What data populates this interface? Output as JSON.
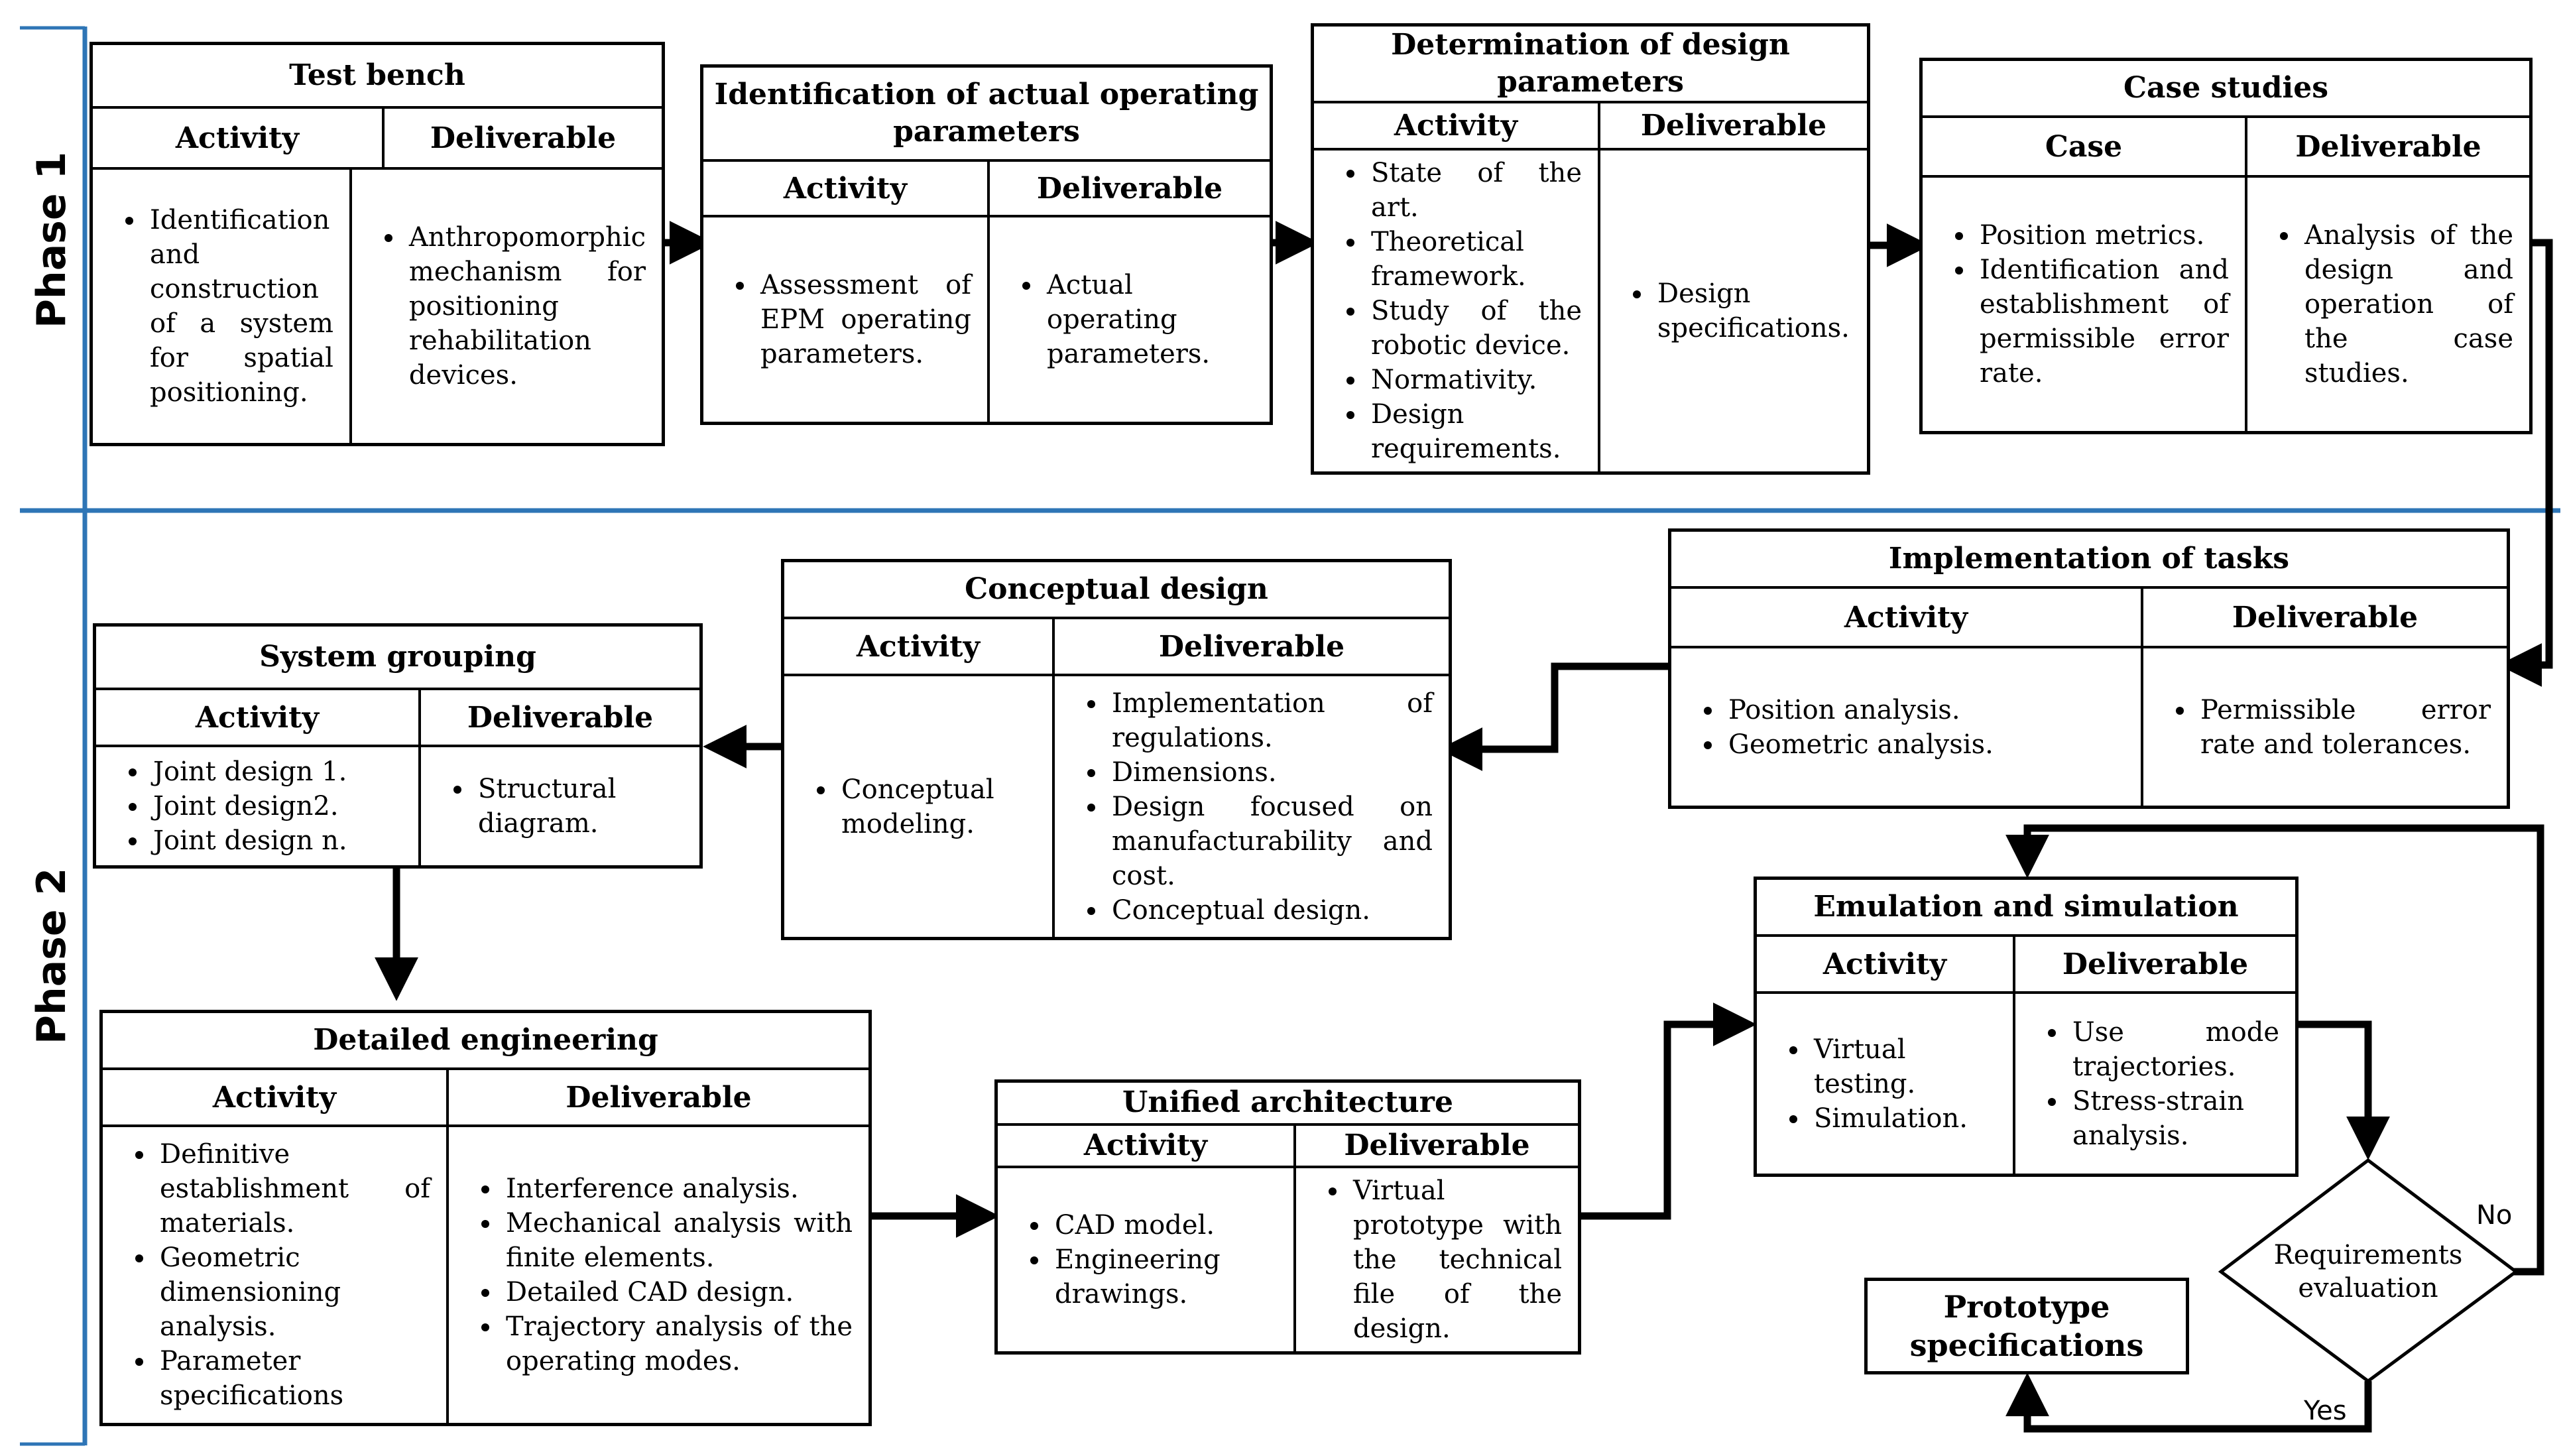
{
  "phases": {
    "phase1": "Phase 1",
    "phase2": "Phase 2"
  },
  "headers": {
    "activity": "Activity",
    "deliverable": "Deliverable",
    "case": "Case"
  },
  "boxes": {
    "test_bench": {
      "title": "Test bench",
      "activity": [
        "Identification and construction of a system for spatial positioning."
      ],
      "deliverable": [
        "Anthropomorphic mechanism for positioning rehabilitation devices."
      ]
    },
    "identification": {
      "title": "Identification of  actual operating parameters",
      "activity": [
        "Assessment of EPM operating parameters."
      ],
      "deliverable": [
        "Actual operating parameters."
      ]
    },
    "determination": {
      "title": "Determination of design parameters",
      "activity": [
        "State of the art.",
        "Theoretical framework.",
        "Study of the robotic device.",
        "Normativity.",
        "Design requirements."
      ],
      "deliverable": [
        "Design specifications."
      ]
    },
    "case_studies": {
      "title": "Case studies",
      "activity": [
        "Position metrics.",
        "Identification and establishment of permissible error rate."
      ],
      "deliverable": [
        "Analysis of the design and operation of the case studies."
      ]
    },
    "implementation": {
      "title": "Implementation of tasks",
      "activity": [
        "Position analysis.",
        "Geometric analysis."
      ],
      "deliverable": [
        "Permissible error rate and tolerances."
      ]
    },
    "conceptual": {
      "title": "Conceptual design",
      "activity": [
        "Conceptual modeling."
      ],
      "deliverable": [
        "Implementation of regulations.",
        "Dimensions.",
        "Design focused on manufacturability and cost.",
        "Conceptual design."
      ]
    },
    "system_grouping": {
      "title": "System grouping",
      "activity": [
        "Joint design 1.",
        "Joint design2.",
        "Joint design n."
      ],
      "deliverable": [
        "Structural diagram."
      ]
    },
    "detailed": {
      "title": "Detailed engineering",
      "activity": [
        "Definitive establishment of materials.",
        "Geometric dimensioning analysis.",
        "Parameter specifications"
      ],
      "deliverable": [
        "Interference analysis.",
        "Mechanical analysis with finite elements.",
        "Detailed CAD design.",
        "Trajectory analysis of the operating modes."
      ]
    },
    "unified": {
      "title": "Unified architecture",
      "activity": [
        "CAD model.",
        "Engineering drawings."
      ],
      "deliverable": [
        "Virtual prototype with the technical file of the design."
      ]
    },
    "emulation": {
      "title": "Emulation and simulation",
      "activity": [
        "Virtual testing.",
        "Simulation."
      ],
      "deliverable": [
        "Use mode trajectories.",
        "Stress-strain analysis."
      ]
    }
  },
  "decision": {
    "label": "Requirements evaluation",
    "no": "No",
    "yes": "Yes"
  },
  "prototype": {
    "label": "Prototype specifications"
  },
  "colors": {
    "phase_line": "#2e75b6",
    "ink": "#000000"
  }
}
